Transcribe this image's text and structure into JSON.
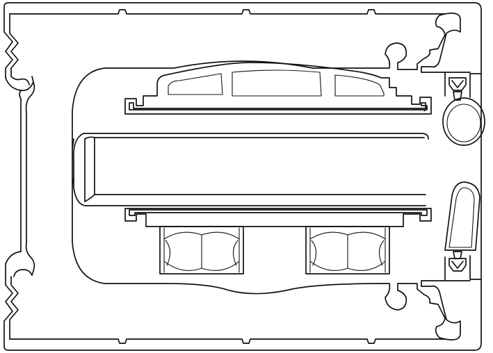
{
  "drawing": {
    "background_color": "#ffffff",
    "stroke_color": "#111111",
    "components": [
      "outer-profile",
      "upper-clamp-bar",
      "lower-clamp-bar",
      "slot-nut-left",
      "slot-nut-right",
      "round-gasket-top",
      "oval-gasket-bottom"
    ]
  }
}
